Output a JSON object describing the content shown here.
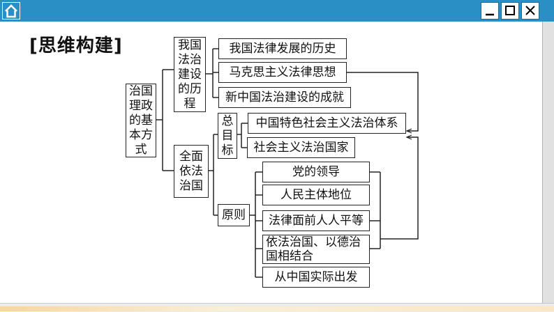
{
  "header": {
    "home_icon": "home-icon",
    "controls": [
      "minimize-icon",
      "maximize-icon",
      "close-icon"
    ],
    "bar_color": "#2a8fc5"
  },
  "diagram": {
    "heading": "[思维构建]",
    "root": "治国理政的基本方式",
    "branch1": {
      "label": "我国法治建设的历程",
      "items": [
        "我国法律发展的历史",
        "马克思主义法律思想",
        "新中国法治建设的成就"
      ]
    },
    "branch2": {
      "label": "全面依法治国",
      "goal": {
        "label": "总目标",
        "items": [
          "中国特色社会主义法治体系",
          "社会主义法治国家"
        ]
      },
      "principle": {
        "label": "原则",
        "items": [
          "党的领导",
          "人民主体地位",
          "法律面前人人平等",
          "依法治国、以德治国相结合",
          "从中国实际出发"
        ]
      }
    }
  }
}
